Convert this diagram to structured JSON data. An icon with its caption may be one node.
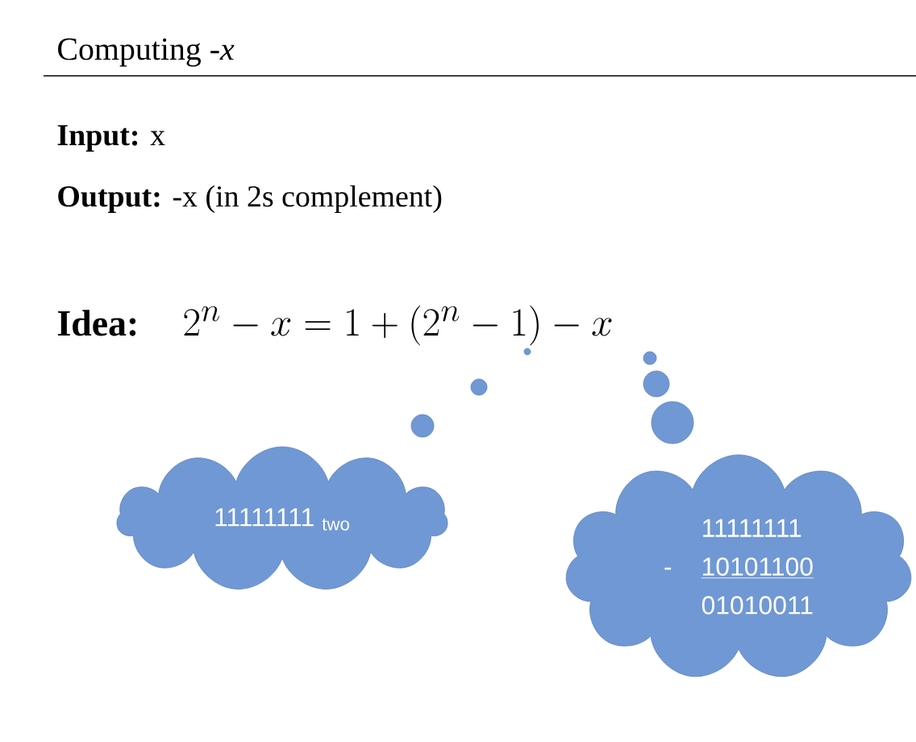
{
  "diagram": {
    "title": "Computing *-x*",
    "nodes": [
      {
        "text": [
          "11111111 $_{two}$"
        ]
      },
      {
        "text": [
          "11111111",
          "-",
          "10101100",
          "01010011"
        ]
      }
    ],
    "labels": [
      "**Input:** x",
      "**Output:** -x (in 2s complement)",
      "**Idea:**",
      "2^{n} - x = 1 + (2^{n}-1) - x"
    ]
  }
}
